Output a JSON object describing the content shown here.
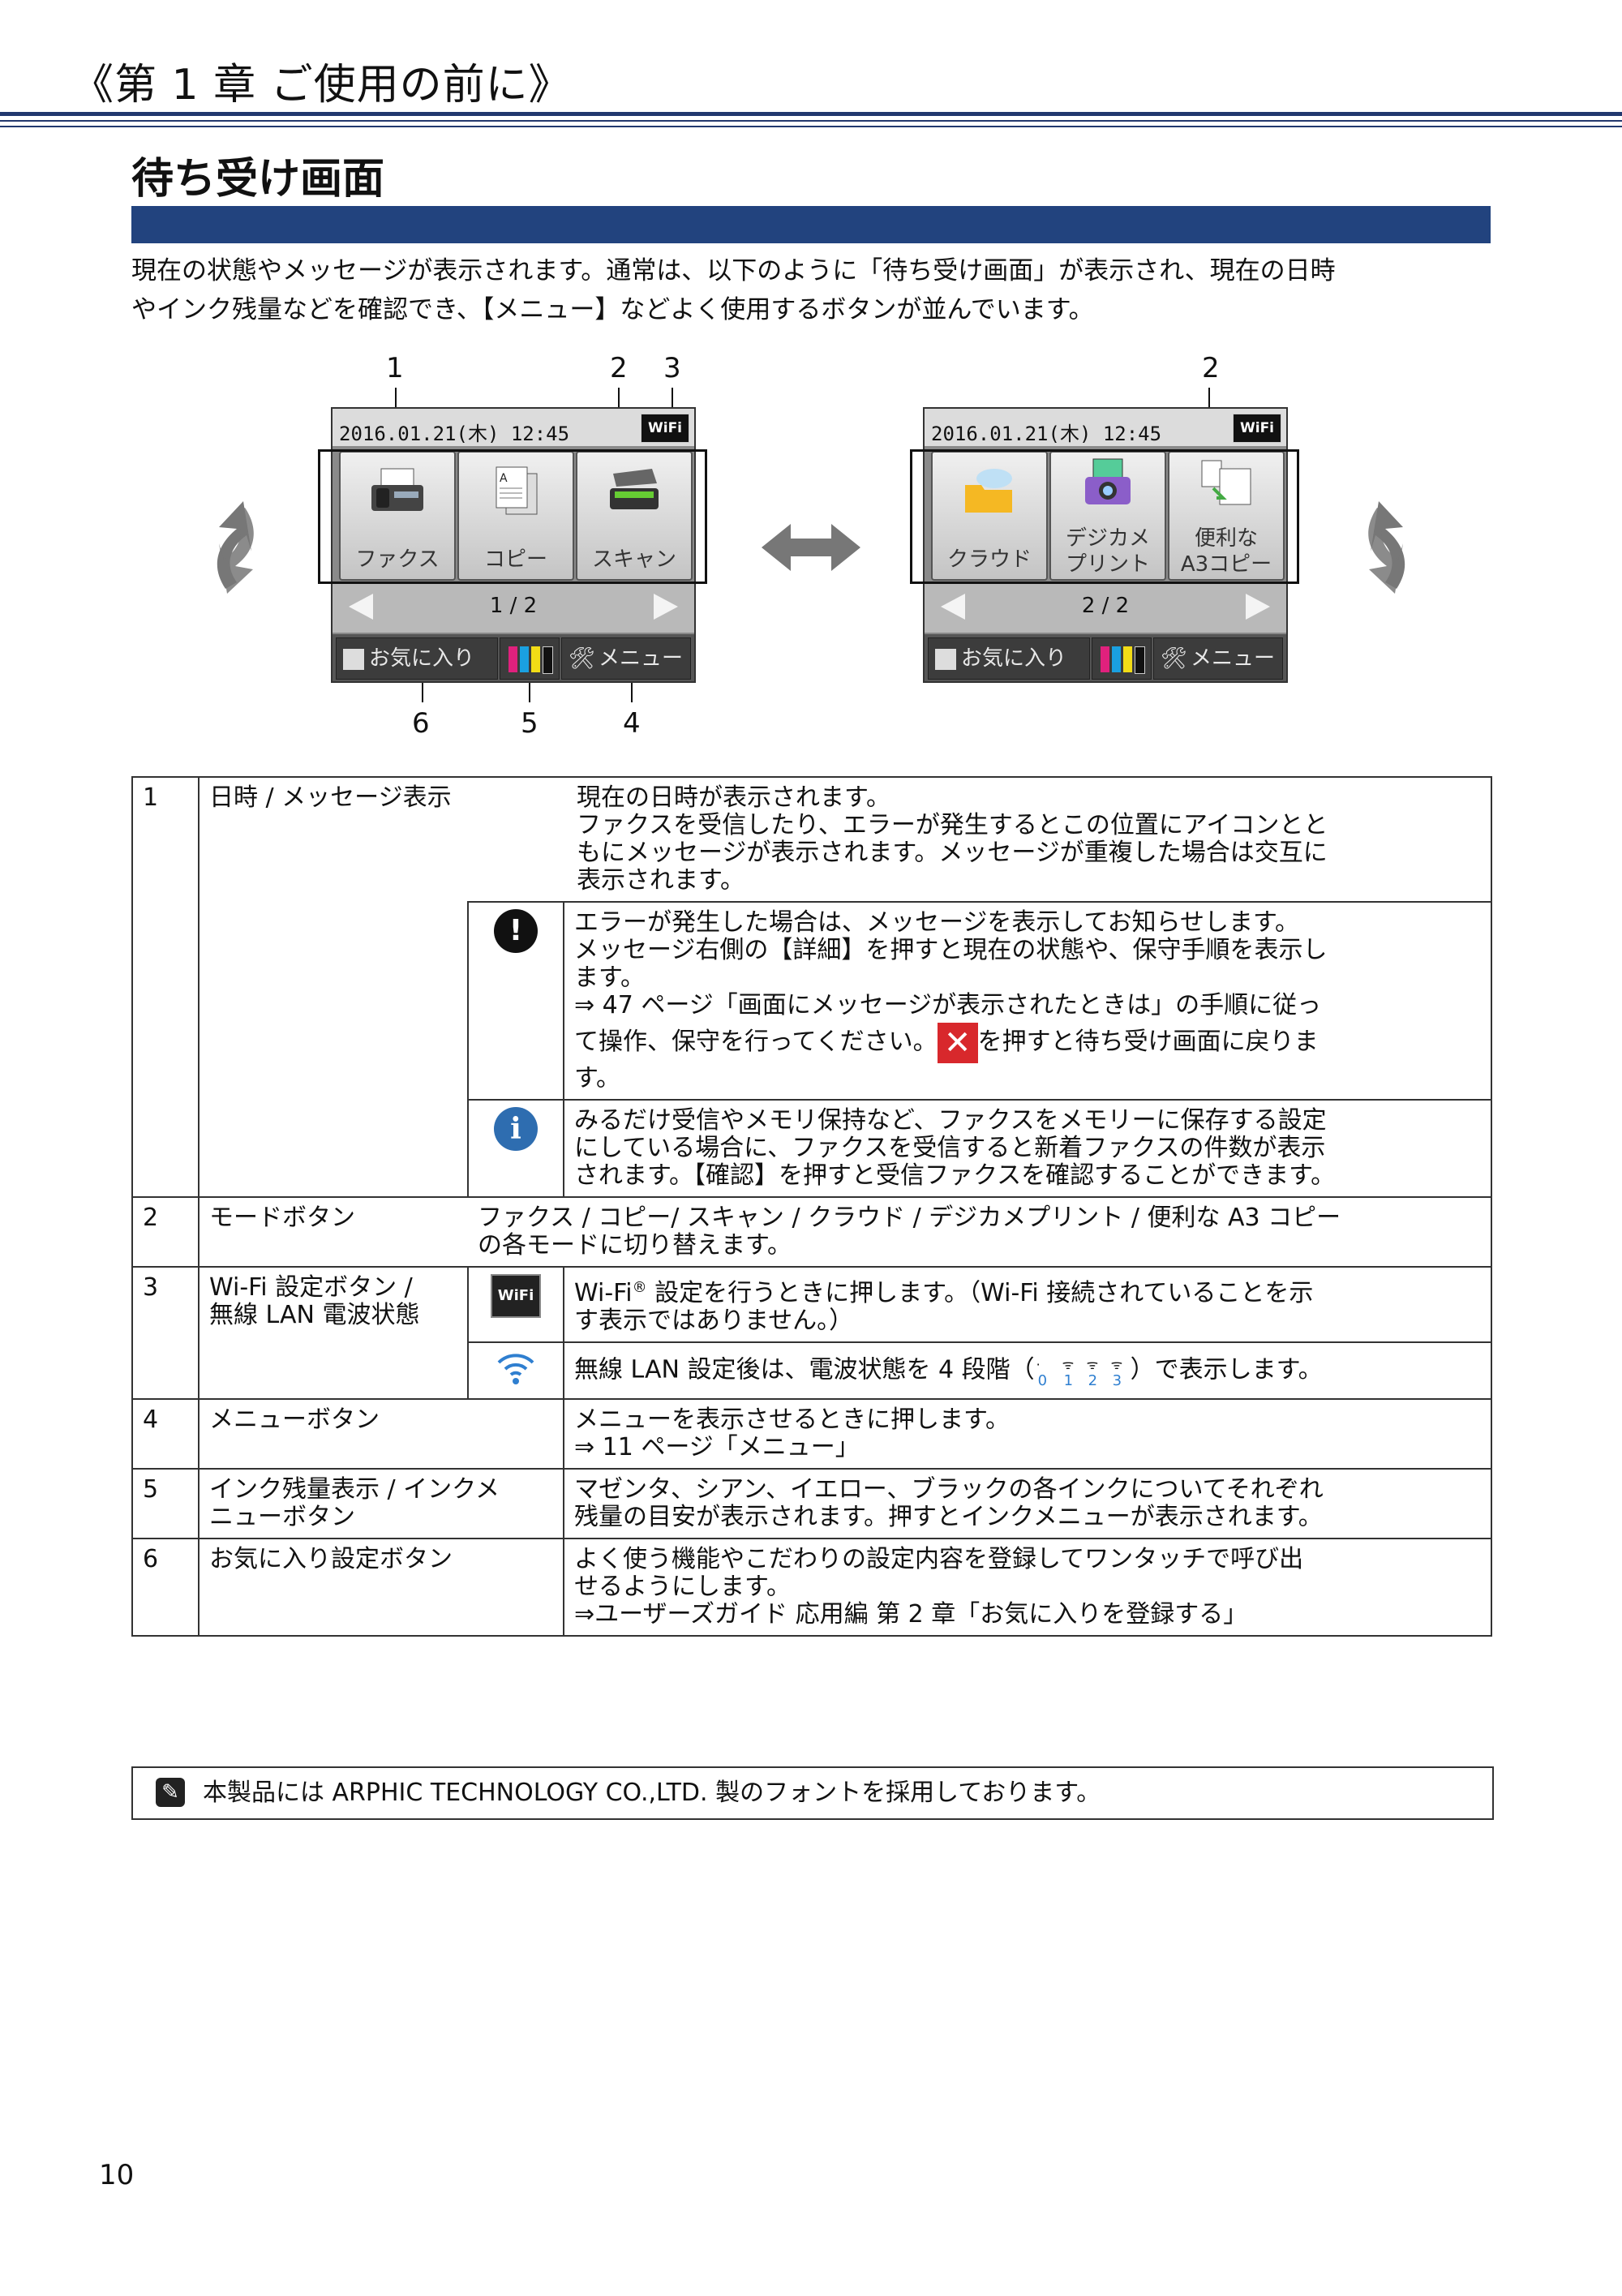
{
  "header": {
    "chapter": "《第 1 章 ご使用の前に》"
  },
  "section": {
    "title": "待ち受け画面",
    "intro_line1": "現在の状態やメッセージが表示されます。通常は、以下のように「待ち受け画面」が表示され、現在の日時",
    "intro_line2": "やインク残量などを確認でき、【メニュー】などよく使用するボタンが並んでいます。"
  },
  "screens": {
    "left": {
      "date": "2016.01.21(木)  12:45",
      "wifi": "WiFi",
      "mode1": "ファクス",
      "mode2": "コピー",
      "mode3": "スキャン",
      "page": "1 / 2",
      "fav": "お気に入り",
      "menu": "メニュー"
    },
    "right": {
      "date": "2016.01.21(木)  12:45",
      "wifi": "WiFi",
      "mode1": "クラウド",
      "mode2a": "デジカメ",
      "mode2b": "プリント",
      "mode3a": "便利な",
      "mode3b": "A3コピー",
      "page": "2 / 2",
      "fav": "お気に入り",
      "menu": "メニュー"
    },
    "callouts": {
      "c1": "1",
      "c2": "2",
      "c3": "3",
      "c2r": "2",
      "c6": "6",
      "c5": "5",
      "c4": "4"
    }
  },
  "table": {
    "r1": {
      "num": "1",
      "name": "日時 / メッセージ表示",
      "desc": [
        "現在の日時が表示されます。",
        "ファクスを受信したり、エラーが発生するとこの位置にアイコンとと",
        "もにメッセージが表示されます。メッセージが重複した場合は交互に",
        "表示されます。"
      ],
      "err_icon": "!",
      "err": [
        "エラーが発生した場合は、メッセージを表示してお知らせします。",
        "メッセージ右側の【詳細】を押すと現在の状態や、保守手順を表示し",
        "ます。",
        "⇒ 47 ページ「画面にメッセージが表示されたときは」の手順に従っ"
      ],
      "err_last_a": "て操作、保守を行ってください。",
      "err_last_b": "を押すと待ち受け画面に戻りま",
      "err_last_c": "す。",
      "info_icon": "i",
      "info": [
        "みるだけ受信やメモリ保持など、ファクスをメモリーに保存する設定",
        "にしている場合に、ファクスを受信すると新着ファクスの件数が表示",
        "されます。【確認】を押すと受信ファクスを確認することができます。"
      ]
    },
    "r2": {
      "num": "2",
      "name": "モードボタン",
      "desc": [
        "ファクス / コピー/ スキャン / クラウド / デジカメプリント / 便利な A3 コピー",
        "の各モードに切り替えます。"
      ]
    },
    "r3": {
      "num": "3",
      "name1": "Wi-Fi  設定ボタン  /",
      "name2": "無線 LAN 電波状態",
      "wifi_icon": "WiFi",
      "d1a": "Wi-Fi",
      "d1sup": "®",
      "d1b": " 設定を行うときに押します。（Wi-Fi  接続されていることを示",
      "d1c": "す表示ではありません。）",
      "d2a": "無線 LAN 設定後は、電波状態を 4 段階（",
      "d2levels": [
        "0",
        "1",
        "2",
        "3"
      ],
      "d2b": "）で表示します。"
    },
    "r4": {
      "num": "4",
      "name": "メニューボタン",
      "desc": [
        "メニューを表示させるときに押します。",
        "⇒ 11 ページ「メニュー」"
      ]
    },
    "r5": {
      "num": "5",
      "name1": "インク残量表示  /  インクメ",
      "name2": "ニューボタン",
      "desc": [
        "マゼンタ、シアン、イエロー、ブラックの各インクについてそれぞれ",
        "残量の目安が表示されます。押すとインクメニューが表示されます。"
      ]
    },
    "r6": {
      "num": "6",
      "name": "お気に入り設定ボタン",
      "desc": [
        "よく使う機能やこだわりの設定内容を登録してワンタッチで呼び出",
        "せるようにします。",
        "⇒ユーザーズガイド 応用編 第 2 章「お気に入りを登録する」"
      ]
    }
  },
  "note": {
    "text": "本製品には ARPHIC TECHNOLOGY CO.,LTD. 製のフォントを採用しております。"
  },
  "footer": {
    "page_number": "10"
  },
  "colors": {
    "navy": "#22437e",
    "error_red": "#d8282c",
    "info_blue": "#2e6db0",
    "wifi_blue": "#2f7fd0"
  }
}
